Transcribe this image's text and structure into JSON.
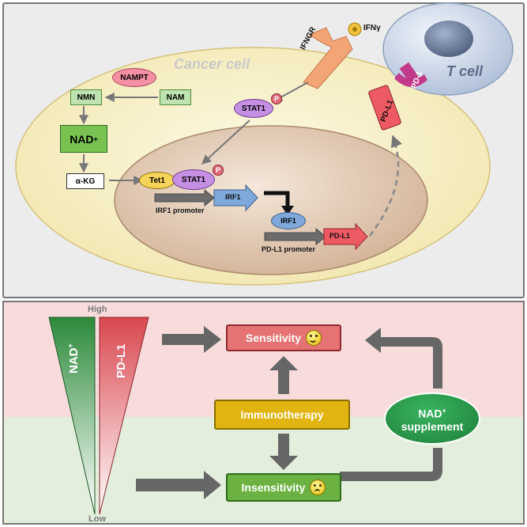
{
  "top": {
    "ifn_label": "IFNγ",
    "ifngr_label": "IFNGR",
    "cancer_cell_label": "Cancer cell",
    "t_cell_label": "T cell",
    "pd1_label": "PD-1",
    "pdl1_membrane_label": "PD-L1",
    "nampt_label": "NAMPT",
    "nmn_label": "NMN",
    "nam_label": "NAM",
    "nad_label": "NAD",
    "nad_sup": "+",
    "akg_label": "α-KG",
    "stat1_label": "STAT1",
    "phospho_label": "P",
    "tet1_label": "Tet1",
    "irf1_promoter_label": "IRF1 promoter",
    "irf1_gene_label": "IRF1",
    "irf1_protein_label": "IRF1",
    "pdl1_gene_label": "PD-L1",
    "pdl1_promoter_label": "PD-L1 promoter"
  },
  "bottom": {
    "high_label": "High",
    "low_label": "Low",
    "nad_wedge_label": "NAD",
    "nad_wedge_sup": "+",
    "pdl1_wedge_label": "PD-L1",
    "sensitivity_label": "Sensitivity",
    "immunotherapy_label": "Immunotherapy",
    "insensitivity_label": "Insensitivity",
    "nad_supplement_line1": "NAD",
    "nad_supplement_sup": "+",
    "nad_supplement_line2": "supplement"
  },
  "colors": {
    "top_panel_bg": "#ececec",
    "bottom_upper_bg": "#f8dcdc",
    "bottom_lower_bg": "#e3eedc",
    "panel_border": "#777777",
    "cancer_cell_fill": "#f7f0c6",
    "nucleus_fill": "#dcc2a8",
    "t_cell_fill": "#c5d6ec",
    "ifngr_fill": "#f4a576",
    "stat1_fill": "#c58fe3",
    "tet1_fill": "#f6d45a",
    "nampt_fill": "#f58fa4",
    "green_box_fill": "#bfe3b0",
    "nad_fill": "#79c252",
    "irf1_fill": "#7fa8db",
    "pdl1_fill": "#ee5a63",
    "pd1_fill": "#c23a8a",
    "sensitivity_fill": "#e57373",
    "immunotherapy_fill": "#e2b411",
    "insensitivity_fill": "#6cb242",
    "nad_supplement_fill": "#1f9a46",
    "arrow_gray": "#777777"
  },
  "icons": {
    "ifn_ligand": "ifn-gamma-ligand-icon",
    "happy": "happy-face-icon",
    "sad": "sad-face-icon",
    "promoter": "promoter-arrow-icon",
    "transcription": "transcription-bent-arrow-icon"
  }
}
